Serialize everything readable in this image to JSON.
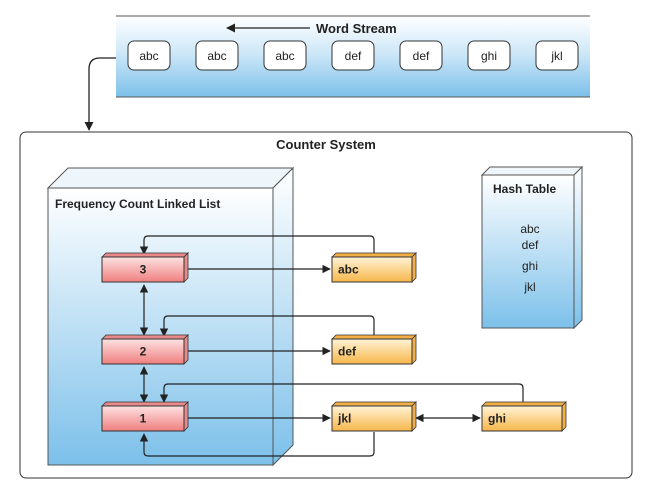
{
  "word_stream": {
    "title": "Word Stream",
    "words": [
      "abc",
      "abc",
      "abc",
      "def",
      "def",
      "ghi",
      "jkl"
    ]
  },
  "counter_system": {
    "title": "Counter System"
  },
  "linked_list": {
    "title": "Frequency Count Linked List",
    "count_nodes": [
      "3",
      "2",
      "1"
    ],
    "word_nodes": [
      "abc",
      "def",
      "jkl",
      "ghi"
    ]
  },
  "hash_table": {
    "title": "Hash Table",
    "entries": [
      "abc",
      "def",
      "ghi",
      "jkl"
    ]
  },
  "colors": {
    "blue_top": "#ffffff",
    "blue_bottom": "#7cc0ea",
    "count_node": "#f39a9a",
    "word_node": "#fbc36a",
    "stroke": "#333333"
  }
}
